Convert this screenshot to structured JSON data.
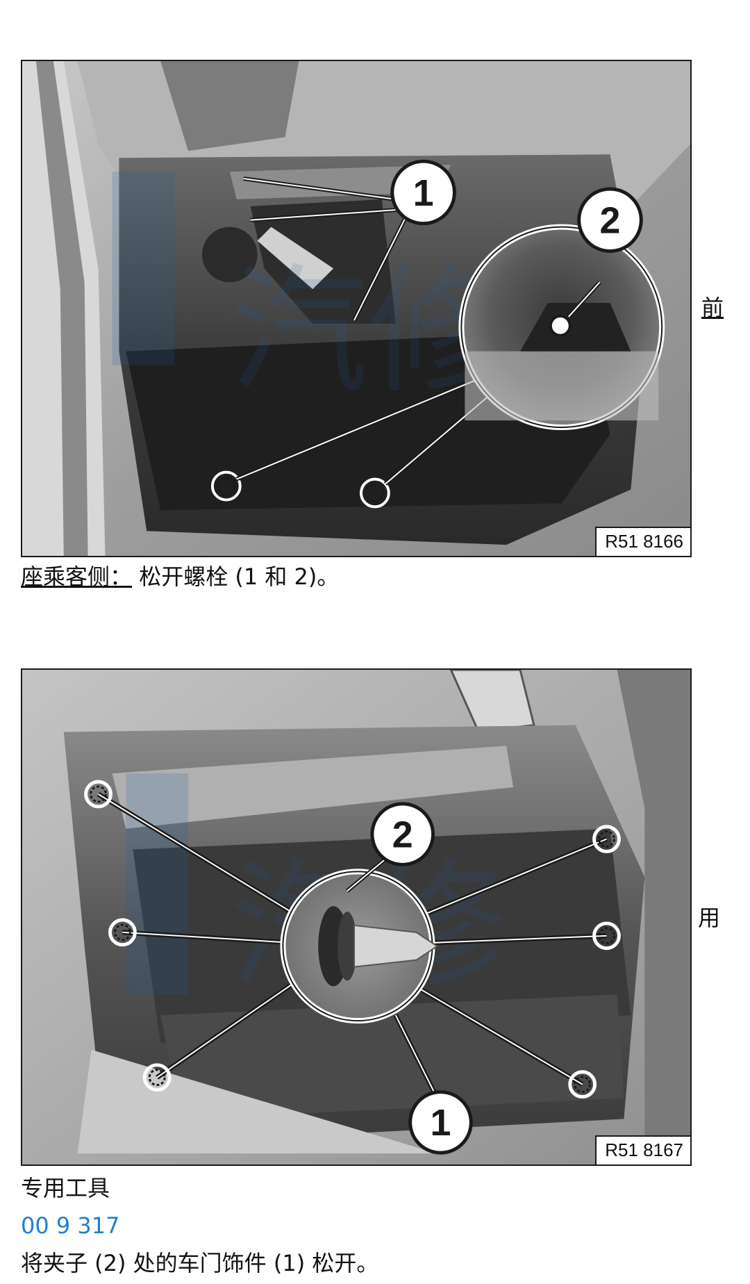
{
  "figure1": {
    "code": "R51 8166",
    "callouts": [
      "1",
      "2"
    ],
    "side_label": "前"
  },
  "caption1": {
    "label": "座乘客侧：",
    "text": "松开螺栓 (1 和 2)。"
  },
  "figure2": {
    "code": "R51 8167",
    "callouts": [
      "2",
      "1"
    ],
    "side_label": "用"
  },
  "special_tool": {
    "heading": "专用工具",
    "number": "00 9 317"
  },
  "step_text": "将夹子 (2) 处的车门饰件 (1) 松开。",
  "colors": {
    "link": "#1e7fd6",
    "frame": "#1a1a1a",
    "watermark": "#1f5fa8"
  }
}
